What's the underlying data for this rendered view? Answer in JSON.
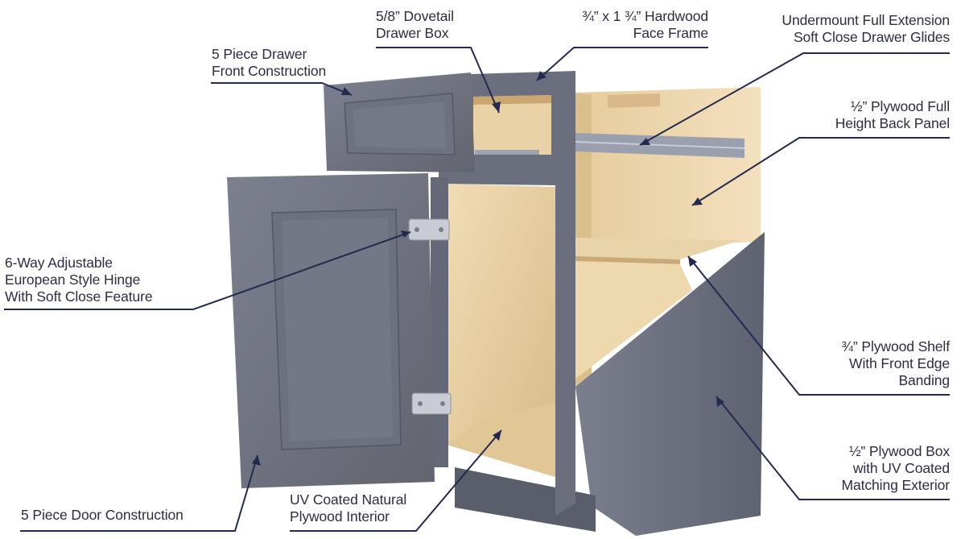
{
  "colors": {
    "leader_line": "#232a4d",
    "cabinet_gray": "#6c6f7e",
    "plywood": "#e6cfa3"
  },
  "labels": {
    "dovetail_box": "5/8” Dovetail\nDrawer Box",
    "face_frame": "¾” x 1 ¾” Hardwood\nFace Frame",
    "drawer_glides": "Undermount Full Extension\nSoft Close Drawer Glides",
    "drawer_front": "5 Piece Drawer\nFront Construction",
    "back_panel": "½” Plywood Full\nHeight Back Panel",
    "hinge": "6-Way Adjustable\nEuropean Style Hinge\nWith Soft Close Feature",
    "shelf": "¾” Plywood Shelf\nWith Front Edge\nBanding",
    "box": "½” Plywood Box\nwith UV Coated\nMatching Exterior",
    "door": "5 Piece Door Construction",
    "interior": "UV Coated Natural\nPlywood Interior"
  }
}
